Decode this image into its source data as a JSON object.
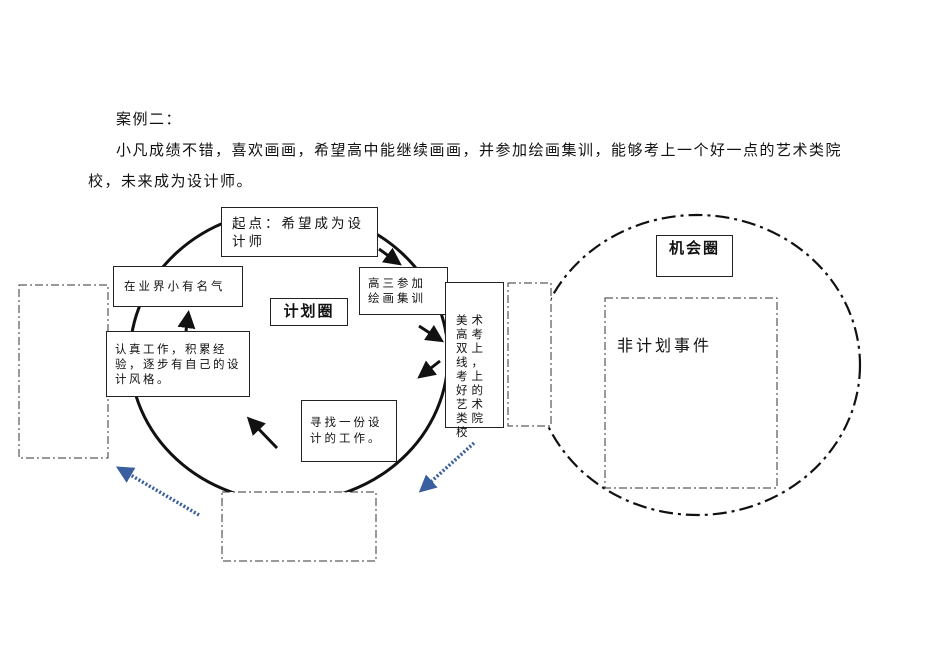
{
  "heading": "案例二：",
  "paragraph": "小凡成绩不错，喜欢画画，希望高中能继续画画，并参加绘画集训，能够考上一个好一点的艺术类院校，未来成为设计师。",
  "diagram": {
    "plan_circle_label": "计划圈",
    "opportunity_circle_label": "机会圈",
    "unplanned_events": "非计划事件",
    "steps": [
      "起点：希望成为设计师",
      "高三参加绘画集训",
      "美术高考双上线，考上好的艺术类院校",
      "寻找一份设计的工作。",
      "认真工作，积累经验，逐步有自己的设计风格。",
      "在业界小有名气"
    ],
    "colors": {
      "dotted_arrow": "#3a5fa0",
      "line": "#111111"
    }
  }
}
